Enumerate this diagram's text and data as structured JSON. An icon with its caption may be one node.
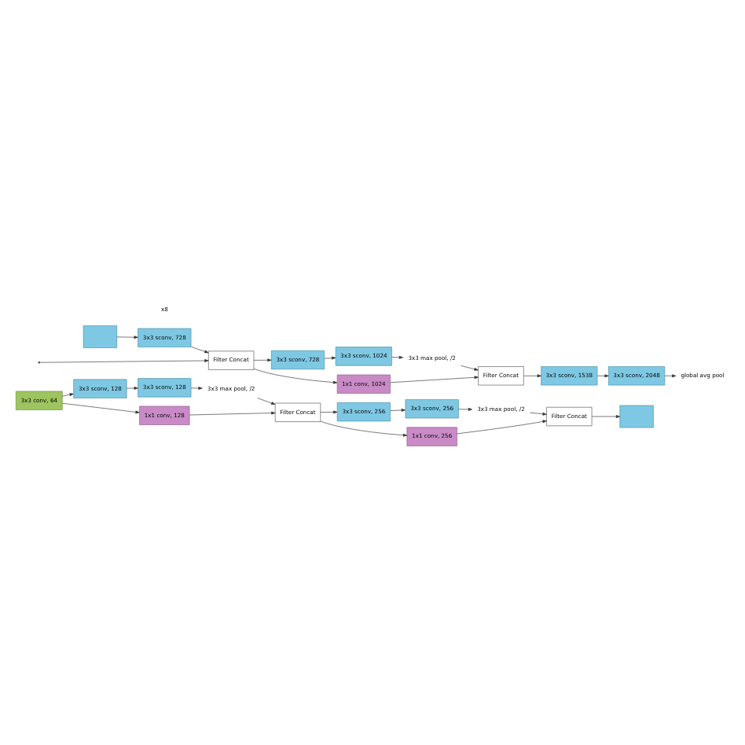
{
  "diagram": {
    "nodes": [
      {
        "text": [
          "3x3 conv, 64"
        ]
      },
      {
        "text": [
          "3x3 sconv, 128"
        ]
      },
      {
        "text": [
          "3x3 sconv, 128"
        ]
      },
      {
        "text": [
          "1x1 conv, 128"
        ]
      },
      {
        "text": [
          "3x3 max pool, /2"
        ]
      },
      {
        "text": [
          "Filter Concat"
        ]
      },
      {
        "text": [
          "3x3 sconv, 256"
        ]
      },
      {
        "text": [
          "3x3 sconv, 256"
        ]
      },
      {
        "text": [
          "1x1 conv, 256"
        ]
      },
      {
        "text": [
          "3x3 max pool, /2"
        ]
      },
      {
        "text": [
          "Filter Concat"
        ]
      },
      {
        "text": [],
        "shape": "box"
      },
      {
        "text": [],
        "shape": "box"
      },
      {
        "text": [
          "3x3 sconv, 728"
        ]
      },
      {
        "text": [
          "Filter Concat"
        ]
      },
      {
        "text": [
          "3x3 sconv, 728"
        ]
      },
      {
        "text": [
          "3x3 sconv, 1024"
        ]
      },
      {
        "text": [
          "1x1 conv, 1024"
        ]
      },
      {
        "text": [
          "3x3 max pool, /2"
        ]
      },
      {
        "text": [
          "Filter Concat"
        ]
      },
      {
        "text": [
          "3x3 sconv, 1538"
        ]
      },
      {
        "text": [
          "3x3 sconv, 2048"
        ]
      },
      {
        "text": [
          "global avg pool"
        ]
      }
    ],
    "edges": [
      {
        "from": 0,
        "to": 1,
        "arrow": "to"
      },
      {
        "from": 0,
        "to": 3,
        "arrow": "to"
      },
      {
        "from": 1,
        "to": 2,
        "arrow": "to"
      },
      {
        "from": 2,
        "to": 4,
        "arrow": "to"
      },
      {
        "from": 4,
        "to": 5,
        "arrow": "to"
      },
      {
        "from": 3,
        "to": 5,
        "arrow": "to"
      },
      {
        "from": 5,
        "to": 6,
        "arrow": "to"
      },
      {
        "from": 5,
        "to": 8,
        "arrow": "to"
      },
      {
        "from": 6,
        "to": 7,
        "arrow": "to"
      },
      {
        "from": 7,
        "to": 9,
        "arrow": "to"
      },
      {
        "from": 9,
        "to": 10,
        "arrow": "to"
      },
      {
        "from": 8,
        "to": 10,
        "arrow": "to"
      },
      {
        "from": 10,
        "to": 11,
        "arrow": "to"
      },
      {
        "from": 12,
        "to": 13,
        "arrow": "to"
      },
      {
        "from": 13,
        "to": 14,
        "arrow": "to"
      },
      {
        "from": null,
        "to": 14,
        "arrow": "to"
      },
      {
        "from": 14,
        "to": 15,
        "arrow": "to"
      },
      {
        "from": 14,
        "to": 17,
        "arrow": "to"
      },
      {
        "from": 15,
        "to": 16,
        "arrow": "to"
      },
      {
        "from": 16,
        "to": 18,
        "arrow": "to"
      },
      {
        "from": 18,
        "to": 19,
        "arrow": "to"
      },
      {
        "from": 17,
        "to": 19,
        "arrow": "to"
      },
      {
        "from": 19,
        "to": 20,
        "arrow": "to"
      },
      {
        "from": 20,
        "to": 21,
        "arrow": "to"
      },
      {
        "from": 21,
        "to": 22,
        "arrow": "to"
      }
    ],
    "labels": [
      "x8"
    ]
  }
}
